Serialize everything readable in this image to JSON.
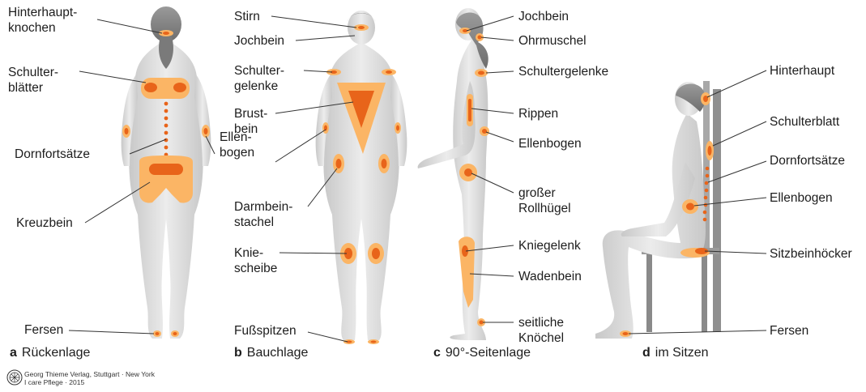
{
  "colors": {
    "zone": "#fbb565",
    "spot": "#e8641a",
    "body": "#d8d8d8",
    "line": "#333333"
  },
  "panels": [
    {
      "letter": "a",
      "caption": "Rückenlage"
    },
    {
      "letter": "b",
      "caption": "Bauchlage"
    },
    {
      "letter": "c",
      "caption": "90°-Seitenlage"
    },
    {
      "letter": "d",
      "caption": "im Sitzen"
    }
  ],
  "labels": {
    "a": {
      "hinterhaupt": [
        "Hinterhaupt-",
        "knochen"
      ],
      "schulter": [
        "Schulter-",
        "blätter"
      ],
      "dorn": [
        "Dornfortsätze"
      ],
      "ellen": [
        "Ellen-",
        "bogen"
      ],
      "kreuz": [
        "Kreuzbein"
      ],
      "fersen": [
        "Fersen"
      ]
    },
    "b": {
      "stirn": [
        "Stirn"
      ],
      "jochbein": [
        "Jochbein"
      ],
      "schulter": [
        "Schulter-",
        "gelenke"
      ],
      "brust": [
        "Brust-",
        "bein"
      ],
      "darm": [
        "Darmbein-",
        "stachel"
      ],
      "knie": [
        "Knie-",
        "scheibe"
      ],
      "fuss": [
        "Fußspitzen"
      ]
    },
    "c": {
      "jochbein": [
        "Jochbein"
      ],
      "ohr": [
        "Ohrmuschel"
      ],
      "schulter": [
        "Schultergelenke"
      ],
      "rippen": [
        "Rippen"
      ],
      "ellen": [
        "Ellenbogen"
      ],
      "roll": [
        "großer",
        "Rollhügel"
      ],
      "knie": [
        "Kniegelenk"
      ],
      "waden": [
        "Wadenbein"
      ],
      "knoechel": [
        "seitliche",
        "Knöchel"
      ]
    },
    "d": {
      "hinterhaupt": [
        "Hinterhaupt"
      ],
      "schulterblatt": [
        "Schulterblatt"
      ],
      "dorn": [
        "Dornfortsätze"
      ],
      "ellen": [
        "Ellenbogen"
      ],
      "sitz": [
        "Sitzbeinhöcker"
      ],
      "fersen": [
        "Fersen"
      ]
    }
  },
  "credit": [
    "Georg Thieme Verlag, Stuttgart · New York",
    "I care Pflege · 2015"
  ]
}
